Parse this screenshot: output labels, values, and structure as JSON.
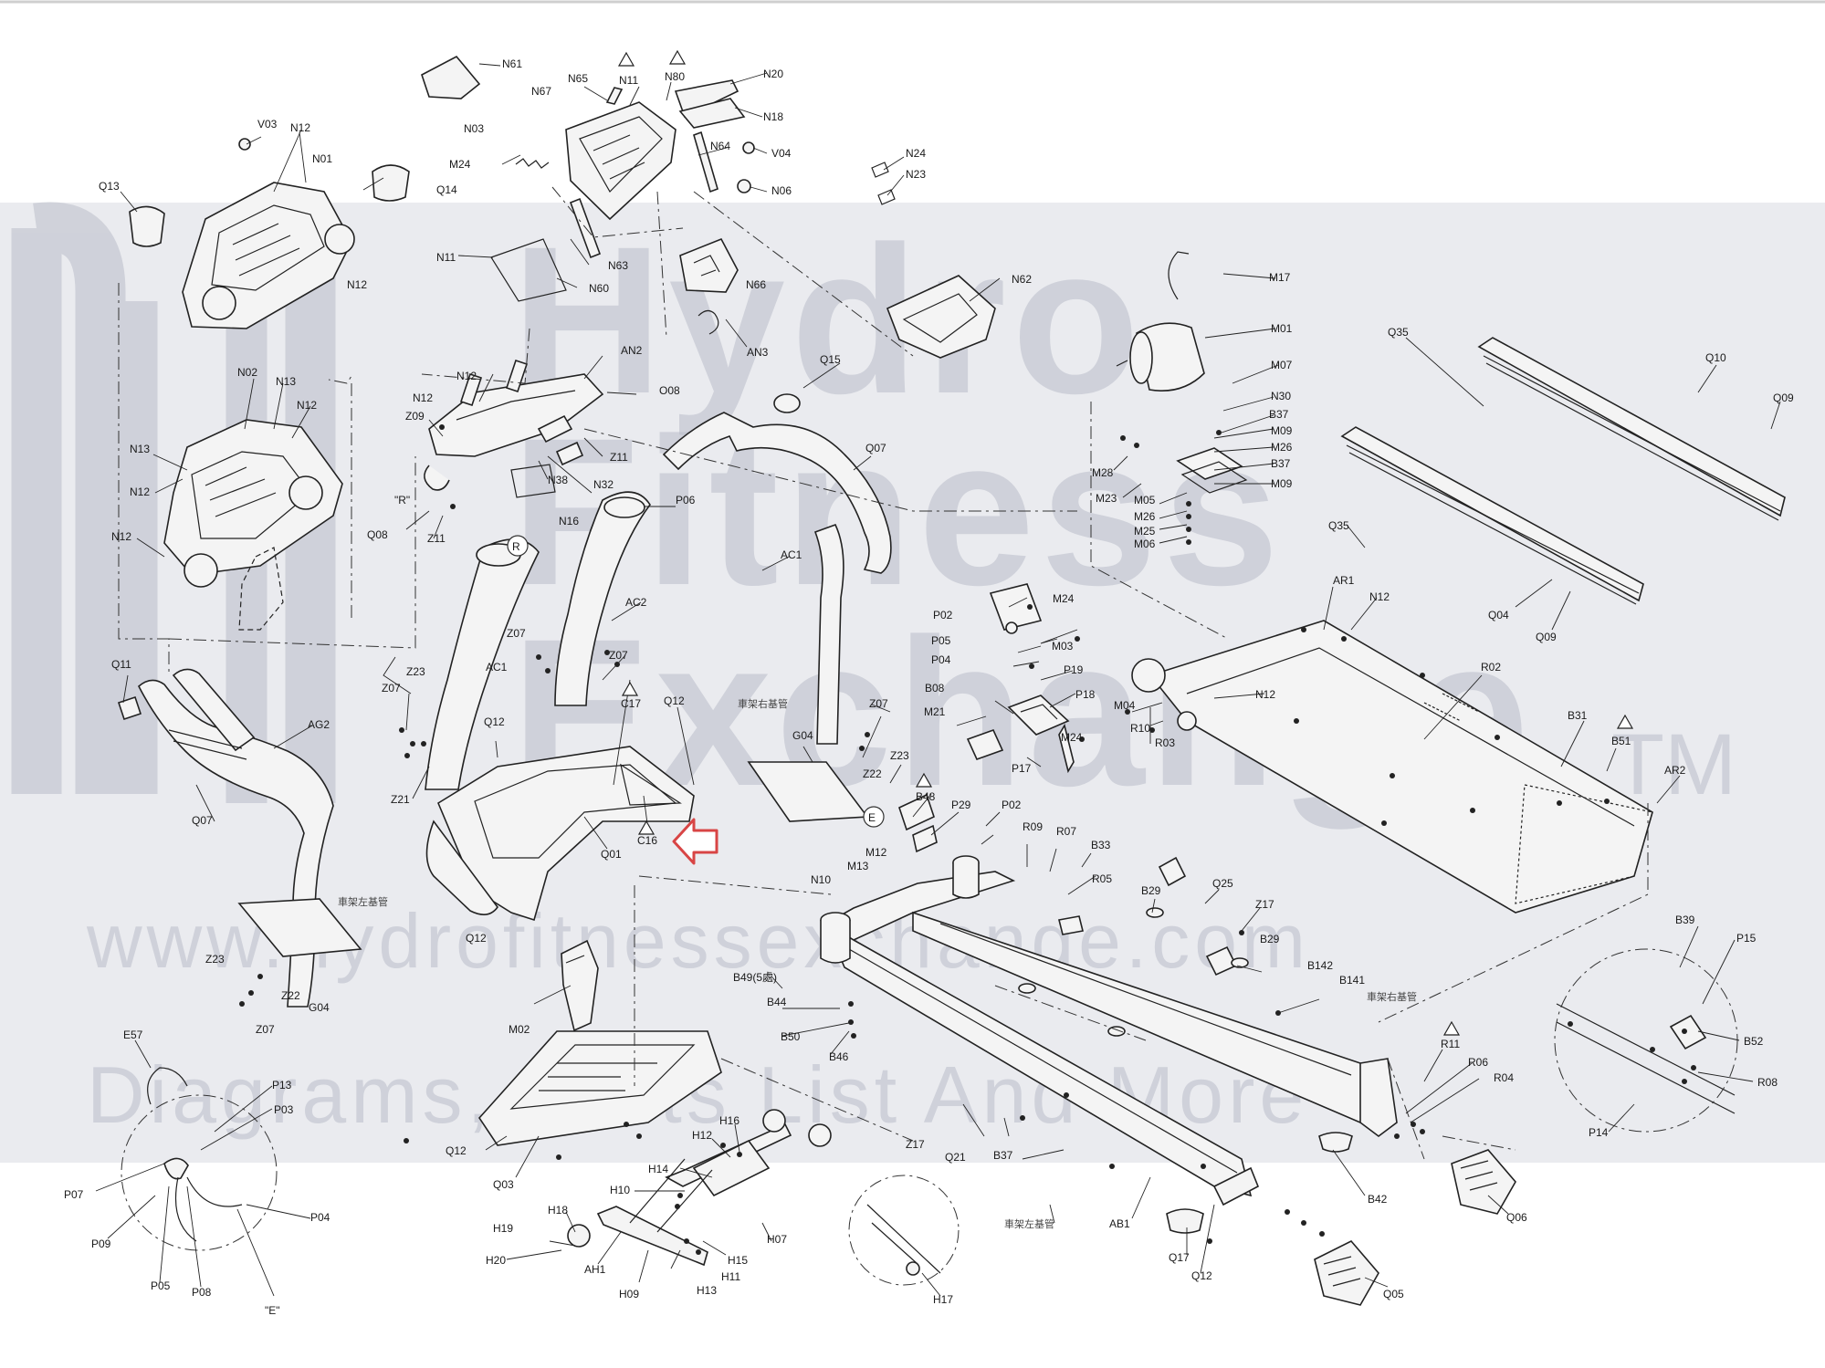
{
  "watermark": {
    "brand_line1": "Hydro",
    "brand_line2": "Fitness",
    "brand_line3": "Exchange",
    "trademark": "TM",
    "url": "www.hydrofitnessexchange.com",
    "tagline": "Diagrams, Parts List And More",
    "band_color": "#e6e7ec",
    "text_color": "#b9bdc9"
  },
  "highlight": {
    "target": "C16",
    "arrow_color": "#d84545"
  },
  "annotations": {
    "frame_right": "車架右基管",
    "frame_left": "車架左基管",
    "qty_note": "B49(5處)",
    "connector_e": "E",
    "mark_r": "R",
    "label_e": "\"E\"",
    "label_r": "\"R\""
  },
  "labels": {
    "N61": "N61",
    "N65": "N65",
    "N67": "N67",
    "N11": "N11",
    "N80": "N80",
    "N20": "N20",
    "N18": "N18",
    "N03": "N03",
    "M24": "M24",
    "N64": "N64",
    "V04": "V04",
    "N06": "N06",
    "N24": "N24",
    "N23": "N23",
    "V03": "V03",
    "N12": "N12",
    "N01": "N01",
    "Q13": "Q13",
    "Q14": "Q14",
    "N63": "N63",
    "N60": "N60",
    "N66": "N66",
    "N62": "N62",
    "AN3": "AN3",
    "N02": "N02",
    "N13": "N13",
    "AN2": "AN2",
    "O08": "O08",
    "Z09": "Z09",
    "Z11": "Z11",
    "N38": "N38",
    "N32": "N32",
    "N16": "N16",
    "Q08": "Q08",
    "Q15": "Q15",
    "Q07": "Q07",
    "AC1": "AC1",
    "P06": "P06",
    "AC2": "AC2",
    "Z07": "Z07",
    "Z23": "Z23",
    "Z21": "Z21",
    "Q11": "Q11",
    "AG2": "AG2",
    "Q12": "Q12",
    "C17": "C17",
    "C16": "C16",
    "Q01": "Q01",
    "G04": "G04",
    "Z22": "Z22",
    "M17": "M17",
    "M01": "M01",
    "M07": "M07",
    "N30": "N30",
    "B37": "B37",
    "M09": "M09",
    "M26": "M26",
    "M28": "M28",
    "M23": "M23",
    "M05": "M05",
    "M25": "M25",
    "M06": "M06",
    "Q35": "Q35",
    "Q10": "Q10",
    "Q09": "Q09",
    "Q04": "Q04",
    "AR1": "AR1",
    "R02": "R02",
    "B31": "B31",
    "B51": "B51",
    "AR2": "AR2",
    "P02": "P02",
    "P05": "P05",
    "P04": "P04",
    "M03": "M03",
    "P19": "P19",
    "P18": "P18",
    "B08": "B08",
    "M21": "M21",
    "P17": "P17",
    "M04": "M04",
    "R10": "R10",
    "R03": "R03",
    "B48": "B48",
    "P29": "P29",
    "R09": "R09",
    "R07": "R07",
    "B33": "B33",
    "R05": "R05",
    "M12": "M12",
    "M13": "M13",
    "N10": "N10",
    "B29": "B29",
    "Q25": "Q25",
    "Z17": "Z17",
    "B142": "B142",
    "B141": "B141",
    "R11": "R11",
    "R06": "R06",
    "R04": "R04",
    "B39": "B39",
    "P15": "P15",
    "B52": "B52",
    "R08": "R08",
    "P14": "P14",
    "E57": "E57",
    "P13": "P13",
    "P03": "P03",
    "P07": "P07",
    "P09": "P09",
    "P05b": "P05",
    "P08": "P08",
    "M02": "M02",
    "B44": "B44",
    "B50": "B50",
    "B46": "B46",
    "Q03": "Q03",
    "H12": "H12",
    "H16": "H16",
    "H14": "H14",
    "H10": "H10",
    "H18": "H18",
    "H19": "H19",
    "H20": "H20",
    "AH1": "AH1",
    "H09": "H09",
    "H13": "H13",
    "H11": "H11",
    "H15": "H15",
    "H07": "H07",
    "H17": "H17",
    "Q21": "Q21",
    "AB1": "AB1",
    "Q17": "Q17",
    "B42": "B42",
    "Q06": "Q06",
    "Q05": "Q05"
  }
}
